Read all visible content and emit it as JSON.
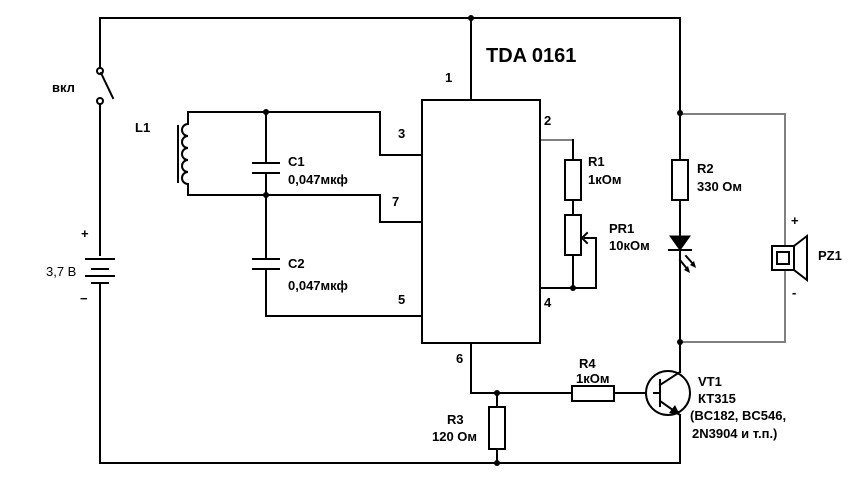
{
  "chip": {
    "title": "TDA 0161",
    "pins": {
      "p1": "1",
      "p2": "2",
      "p3": "3",
      "p4": "4",
      "p5": "5",
      "p6": "6",
      "p7": "7"
    }
  },
  "switch": {
    "label": "вкл"
  },
  "battery": {
    "voltage": "3,7 В",
    "plus": "+",
    "minus": "−"
  },
  "coil": {
    "name": "L1"
  },
  "c1": {
    "name": "C1",
    "value": "0,047мкф"
  },
  "c2": {
    "name": "C2",
    "value": "0,047мкф"
  },
  "r1": {
    "name": "R1",
    "value": "1кОм"
  },
  "pr1": {
    "name": "PR1",
    "value": "10кОм"
  },
  "r2": {
    "name": "R2",
    "value": "330 Ом"
  },
  "r3": {
    "name": "R3",
    "value": "120 Ом"
  },
  "r4": {
    "name": "R4",
    "value": "1кОм"
  },
  "vt1": {
    "name": "VT1",
    "model": "КТ315",
    "alt1": "(BC182, BC546,",
    "alt2": "2N3904 и т.п.)"
  },
  "buzzer": {
    "name": "PZ1",
    "plus": "+",
    "minus": "-"
  }
}
